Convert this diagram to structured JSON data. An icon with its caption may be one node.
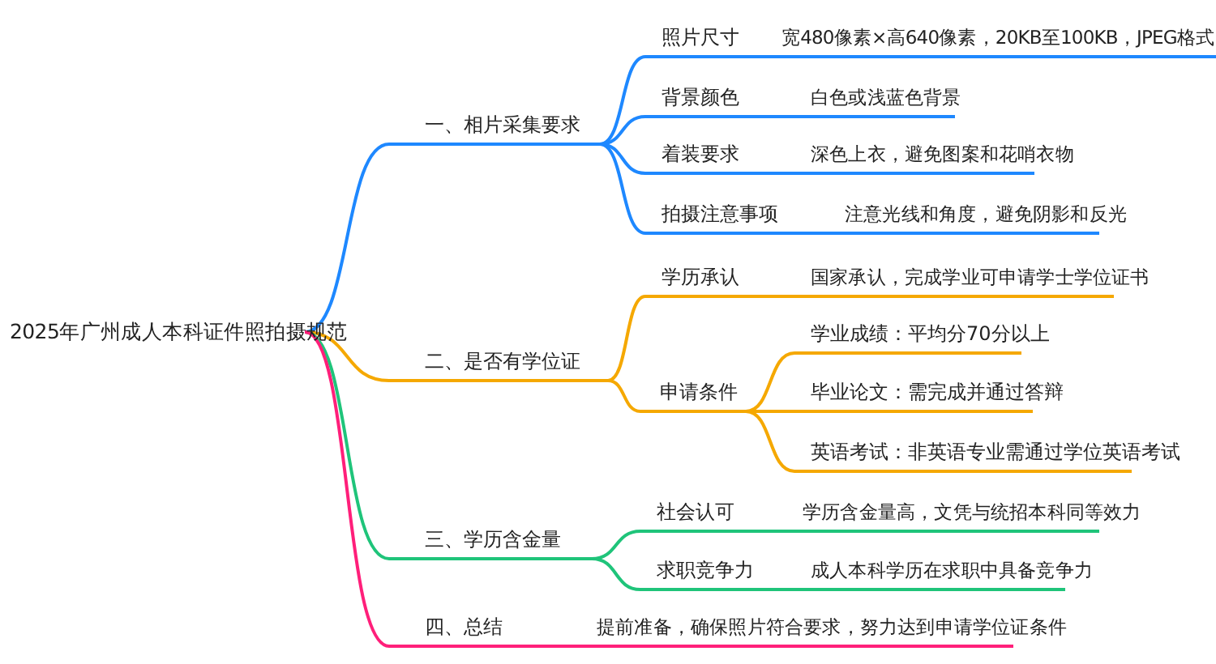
{
  "diagram": {
    "nodes": [
      {
        "text": [
          "2025年广州成人本科证件照拍摄规范"
        ]
      },
      {
        "text": [
          "一、相片采集要求"
        ]
      },
      {
        "text": [
          "二、是否有学位证"
        ]
      },
      {
        "text": [
          "三、学历含金量"
        ]
      },
      {
        "text": [
          "四、总结",
          "提前准备，确保照片符合要求，努力达到申请学位证条件"
        ]
      },
      {
        "text": [
          "照片尺寸",
          "宽480像素×高640像素，20KB至100KB，JPEG格式"
        ]
      },
      {
        "text": [
          "背景颜色",
          "白色或浅蓝色背景"
        ]
      },
      {
        "text": [
          "着装要求",
          "深色上衣，避免图案和花哨衣物"
        ]
      },
      {
        "text": [
          "拍摄注意事项",
          "注意光线和角度，避免阴影和反光"
        ]
      },
      {
        "text": [
          "学历承认",
          "国家承认，完成学业可申请学士学位证书"
        ]
      },
      {
        "text": [
          "申请条件"
        ]
      },
      {
        "text": [
          "学业成绩：平均分70分以上"
        ]
      },
      {
        "text": [
          "毕业论文：需完成并通过答辩"
        ]
      },
      {
        "text": [
          "英语考试：非英语专业需通过学位英语考试"
        ]
      },
      {
        "text": [
          "社会认可",
          "学历含金量高，文凭与统招本科同等效力"
        ]
      },
      {
        "text": [
          "求职竞争力",
          "成人本科学历在求职中具备竞争力"
        ]
      }
    ],
    "edges": [
      {
        "from": 0,
        "to": 1,
        "arrow": "none",
        "color": "#1e88ff"
      },
      {
        "from": 0,
        "to": 2,
        "arrow": "none",
        "color": "#f5a800"
      },
      {
        "from": 0,
        "to": 3,
        "arrow": "none",
        "color": "#1fc47a"
      },
      {
        "from": 0,
        "to": 4,
        "arrow": "none",
        "color": "#ff1f7a"
      },
      {
        "from": 1,
        "to": 5,
        "arrow": "none",
        "color": "#1e88ff"
      },
      {
        "from": 1,
        "to": 6,
        "arrow": "none",
        "color": "#1e88ff"
      },
      {
        "from": 1,
        "to": 7,
        "arrow": "none",
        "color": "#1e88ff"
      },
      {
        "from": 1,
        "to": 8,
        "arrow": "none",
        "color": "#1e88ff"
      },
      {
        "from": 2,
        "to": 9,
        "arrow": "none",
        "color": "#f5a800"
      },
      {
        "from": 2,
        "to": 10,
        "arrow": "none",
        "color": "#f5a800"
      },
      {
        "from": 10,
        "to": 11,
        "arrow": "none",
        "color": "#f5a800"
      },
      {
        "from": 10,
        "to": 12,
        "arrow": "none",
        "color": "#f5a800"
      },
      {
        "from": 10,
        "to": 13,
        "arrow": "none",
        "color": "#f5a800"
      },
      {
        "from": 3,
        "to": 14,
        "arrow": "none",
        "color": "#1fc47a"
      },
      {
        "from": 3,
        "to": 15,
        "arrow": "none",
        "color": "#1fc47a"
      }
    ]
  }
}
